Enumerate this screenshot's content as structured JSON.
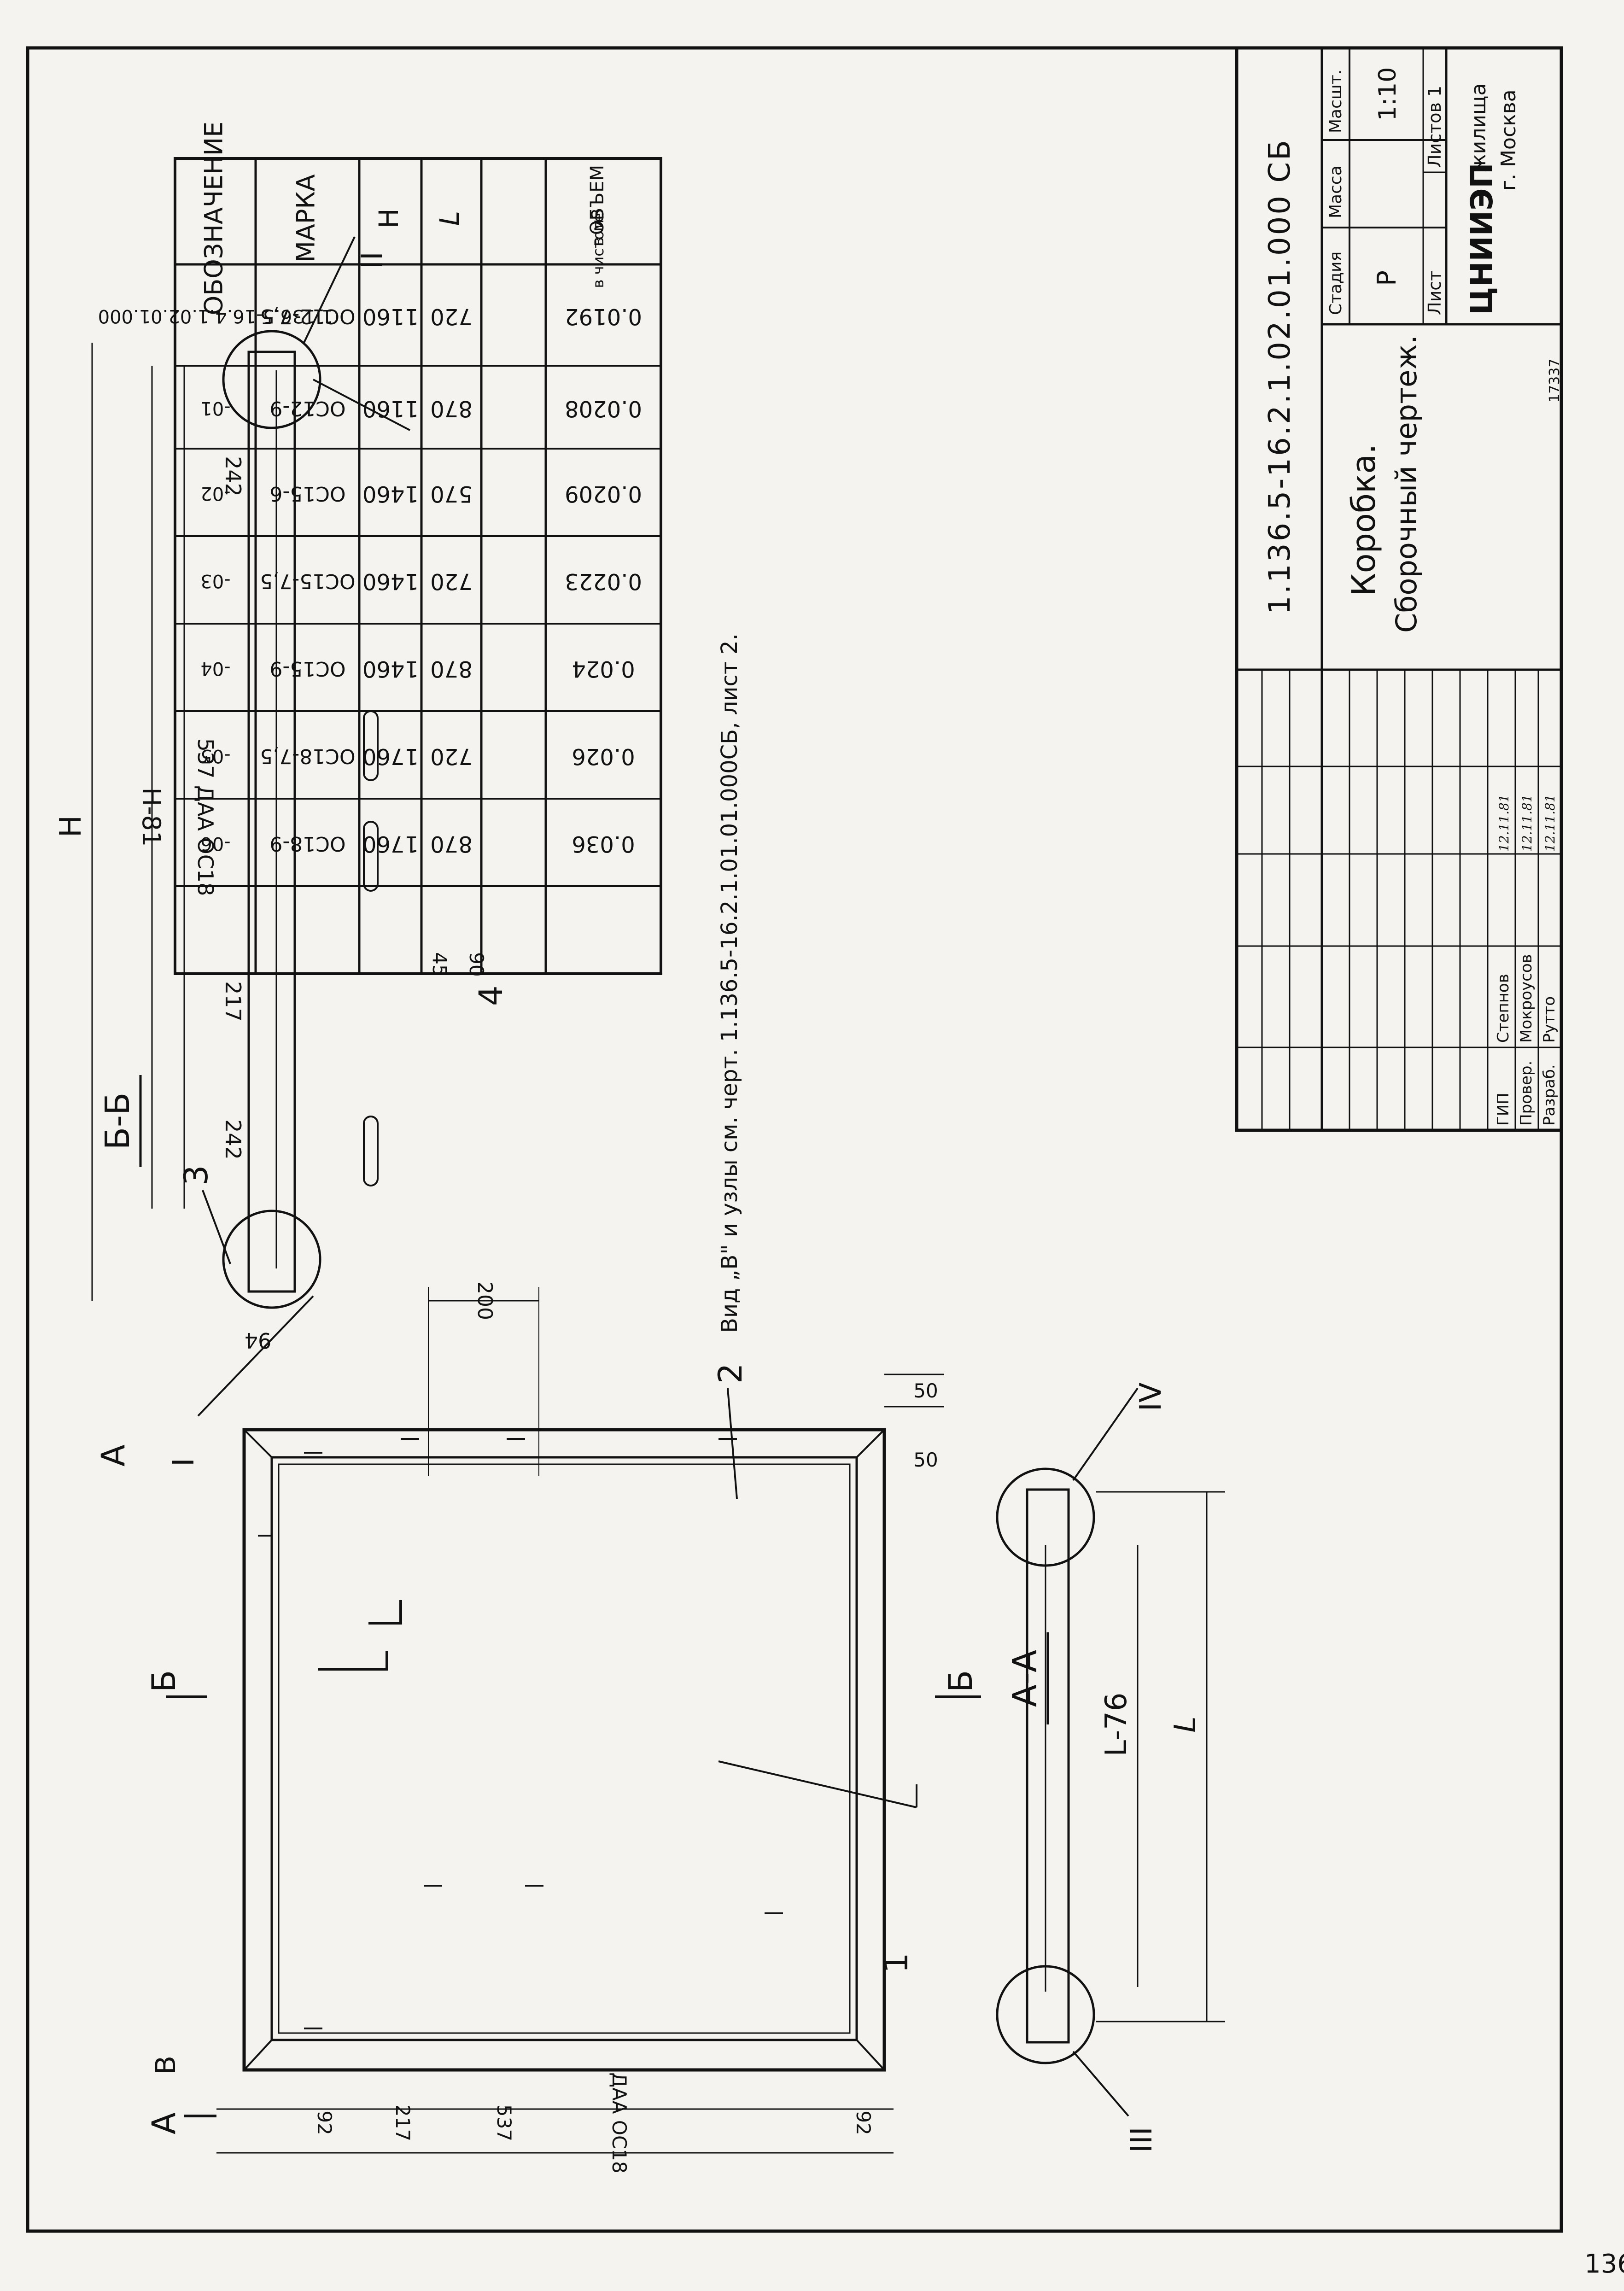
{
  "page": {
    "sheet_mark": "1.136.5-16.2.1.02.01.000 СБ",
    "corner_number": "136"
  },
  "spec_table": {
    "headers": {
      "designation": "ОБОЗНАЧЕНИЕ",
      "mark": "МАРКА",
      "h": "Н",
      "l": "L",
      "volume_1": "ОБЪЕМ",
      "volume_2": "в м3",
      "volume_3": "в чистоте"
    },
    "rows": [
      {
        "designation": "1.136.5-16.4.1.02.01.000",
        "mark": "ОС12-7,5",
        "h": "1160",
        "l": "720",
        "volume": "0.0192"
      },
      {
        "designation": "-01",
        "mark": "ОС12-9",
        "h": "1160",
        "l": "870",
        "volume": "0.0208"
      },
      {
        "designation": "-02",
        "mark": "ОС15-6",
        "h": "1460",
        "l": "570",
        "volume": "0.0209"
      },
      {
        "designation": "-03",
        "mark": "ОС15-7,5",
        "h": "1460",
        "l": "720",
        "volume": "0.0223"
      },
      {
        "designation": "-04",
        "mark": "ОС15-9",
        "h": "1460",
        "l": "870",
        "volume": "0.024"
      },
      {
        "designation": "-05",
        "mark": "ОС18-7,5",
        "h": "1760",
        "l": "720",
        "volume": "0.026"
      },
      {
        "designation": "-06",
        "mark": "ОС18-9",
        "h": "1760",
        "l": "870",
        "volume": "0.036"
      }
    ]
  },
  "note": "Вид „В\" и узлы см. черт.  1.136.5-16.2.1.01.01.000СБ, лист 2.",
  "title_block": {
    "code": "1.136.5-16.2.1.02.01.000 СБ",
    "title_1": "Коробка.",
    "title_2": "Сборочный чертеж.",
    "stage_label": "Стадия",
    "mass_label": "Масса",
    "scale_label": "Масшт.",
    "stage_value": "Р",
    "scale_value": "1:10",
    "sheet_label": "Лист",
    "sheets_label": "Листов 1",
    "org_1": "ЦНИИЭП",
    "org_2": "жилища",
    "org_3": "г. Москва",
    "people": [
      {
        "role": "ГИП",
        "name": "Степнов",
        "date": "12.11.81"
      },
      {
        "role": "Провер.",
        "name": "Мокроусов",
        "date": "12.11.81"
      },
      {
        "role": "Разраб.",
        "name": "Рутто",
        "date": "12.11.81"
      }
    ],
    "footer_number": "17337"
  },
  "front_view": {
    "dims": [
      "92",
      "217",
      "537",
      "ДАА ОС18",
      "92",
      "200",
      "50",
      "50"
    ],
    "sections": [
      "А",
      "А",
      "Б",
      "Б",
      "В"
    ],
    "callouts": [
      "1",
      "2"
    ]
  },
  "section_bb": {
    "title": "Б-Б",
    "dims": [
      "94",
      "242",
      "217",
      "537 ДАА ОС18",
      "242",
      "Н-81",
      "Н",
      "45",
      "90"
    ],
    "callouts": [
      "3",
      "4"
    ],
    "nodes": [
      "I",
      "II"
    ]
  },
  "section_aa": {
    "title": "А-А",
    "dims": [
      "L-76",
      "L"
    ],
    "nodes": [
      "III",
      "IV"
    ]
  }
}
